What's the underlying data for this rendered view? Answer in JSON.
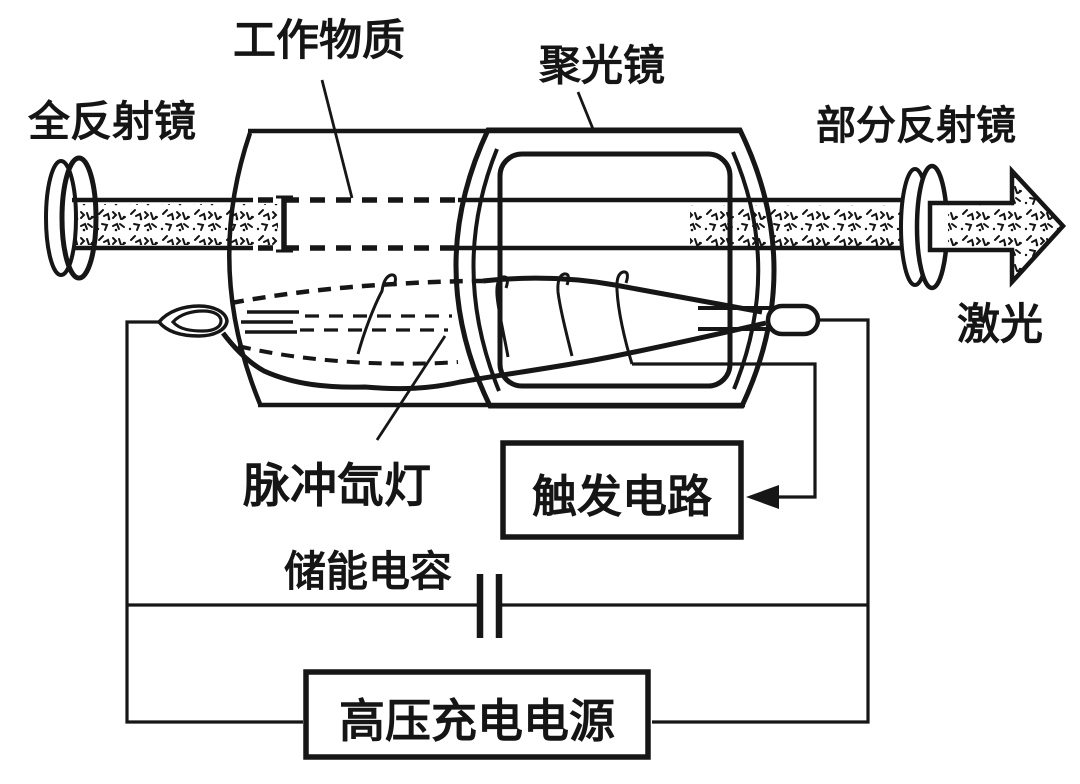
{
  "diagram": {
    "labels": {
      "total_reflector": "全反射镜",
      "working_substance": "工作物质",
      "condenser": "聚光镜",
      "partial_reflector": "部分反射镜",
      "laser_output": "激光",
      "flash_lamp": "脉冲氙灯",
      "trigger_circuit": "触发电路",
      "storage_capacitor": "储能电容",
      "hv_power_supply": "高压充电电源"
    },
    "colors": {
      "ink": "#161616",
      "background": "#ffffff"
    }
  }
}
